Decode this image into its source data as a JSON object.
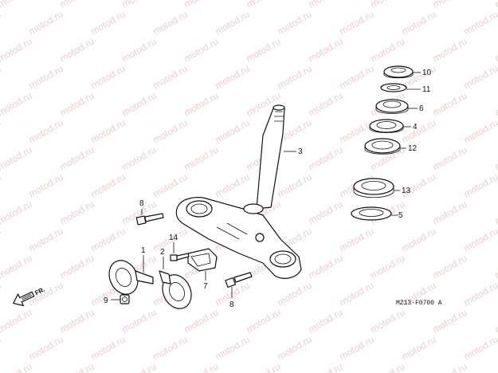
{
  "watermark": "motod.ru",
  "diagram_code": "MZ13-F0700 A",
  "front_label": "FR.",
  "callouts": {
    "c1": "1",
    "c2": "2",
    "c3": "3",
    "c4": "4",
    "c5": "5",
    "c6": "6",
    "c7": "7",
    "c8a": "8",
    "c8b": "8",
    "c9": "9",
    "c10": "10",
    "c11": "11",
    "c12": "12",
    "c13": "13",
    "c14": "14"
  }
}
